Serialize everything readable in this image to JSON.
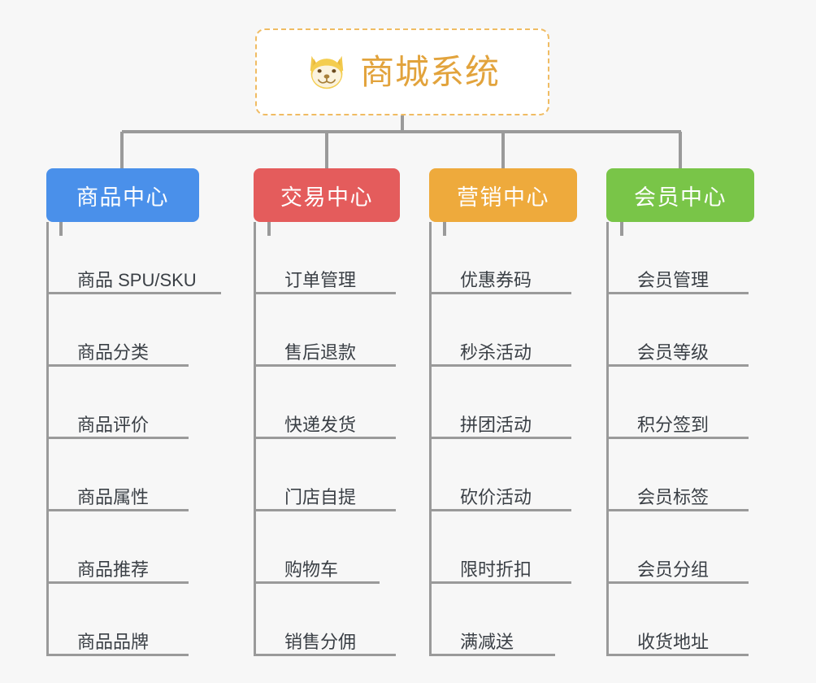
{
  "diagram": {
    "type": "mind-map",
    "background_color": "#f7f7f7",
    "connector_color": "#9a9a9a"
  },
  "root": {
    "title": "商城系统",
    "icon": "shiba-dog-face-icon",
    "border_color": "#f0bc63",
    "text_color": "#e2a33c",
    "background_color": "#ffffff"
  },
  "branches": [
    {
      "label": "商品中心",
      "color": "#4a90ea",
      "items": [
        "商品 SPU/SKU",
        "商品分类",
        "商品评价",
        "商品属性",
        "商品推荐",
        "商品品牌"
      ]
    },
    {
      "label": "交易中心",
      "color": "#e45c5c",
      "items": [
        "订单管理",
        "售后退款",
        "快递发货",
        "门店自提",
        "购物车",
        "销售分佣"
      ]
    },
    {
      "label": "营销中心",
      "color": "#eeaa3c",
      "items": [
        "优惠券码",
        "秒杀活动",
        "拼团活动",
        "砍价活动",
        "限时折扣",
        "满减送"
      ]
    },
    {
      "label": "会员中心",
      "color": "#79c548",
      "items": [
        "会员管理",
        "会员等级",
        "积分签到",
        "会员标签",
        "会员分组",
        "收货地址"
      ]
    }
  ]
}
